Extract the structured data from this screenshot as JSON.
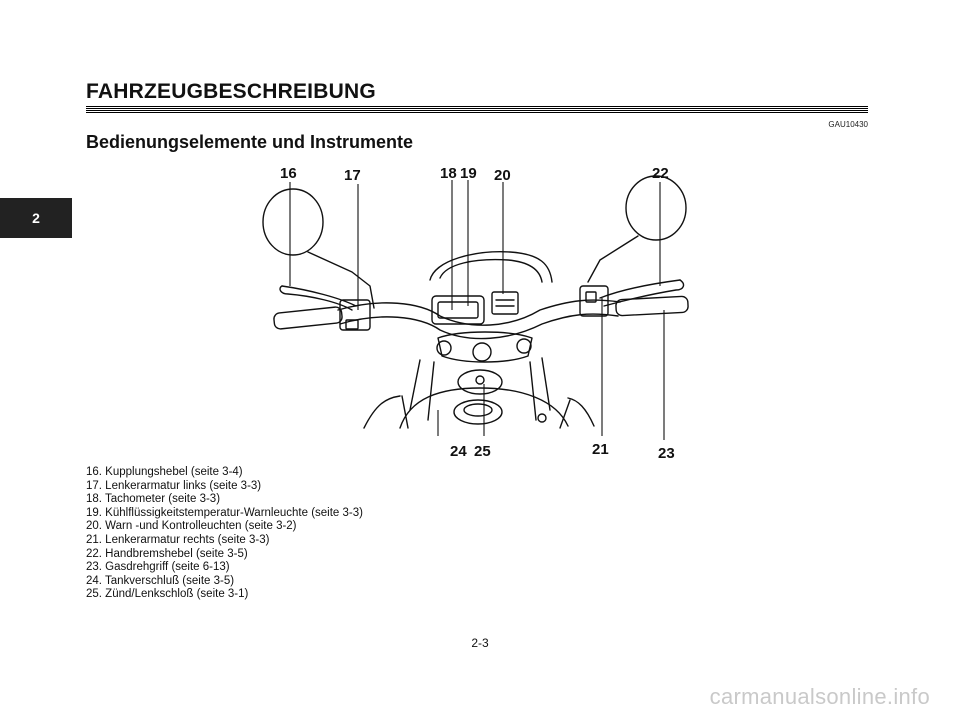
{
  "header": {
    "chapter_title": "FAHRZEUGBESCHREIBUNG",
    "ref_code": "GAU10430",
    "section_title": "Bedienungselemente und Instrumente"
  },
  "chapter_tab": "2",
  "diagram": {
    "callouts_top": [
      "16",
      "17",
      "18",
      "19",
      "20",
      "22"
    ],
    "callouts_bottom": [
      "24",
      "25",
      "21",
      "23"
    ]
  },
  "legend": [
    "16. Kupplungshebel (seite 3-4)",
    "17. Lenkerarmatur links (seite 3-3)",
    "18. Tachometer (seite 3-3)",
    "19. Kühlflüssigkeitstemperatur-Warnleuchte (seite 3-3)",
    "20. Warn -und Kontrolleuchten (seite 3-2)",
    "21. Lenkerarmatur rechts (seite 3-3)",
    "22. Handbremshebel  (seite 3-5)",
    "23. Gasdrehgriff (seite 6-13)",
    "24. Tankverschluß (seite 3-5)",
    "25. Zünd/Lenkschloß (seite 3-1)"
  ],
  "footer": {
    "page_number": "2-3",
    "watermark": "carmanualsonline.info"
  }
}
